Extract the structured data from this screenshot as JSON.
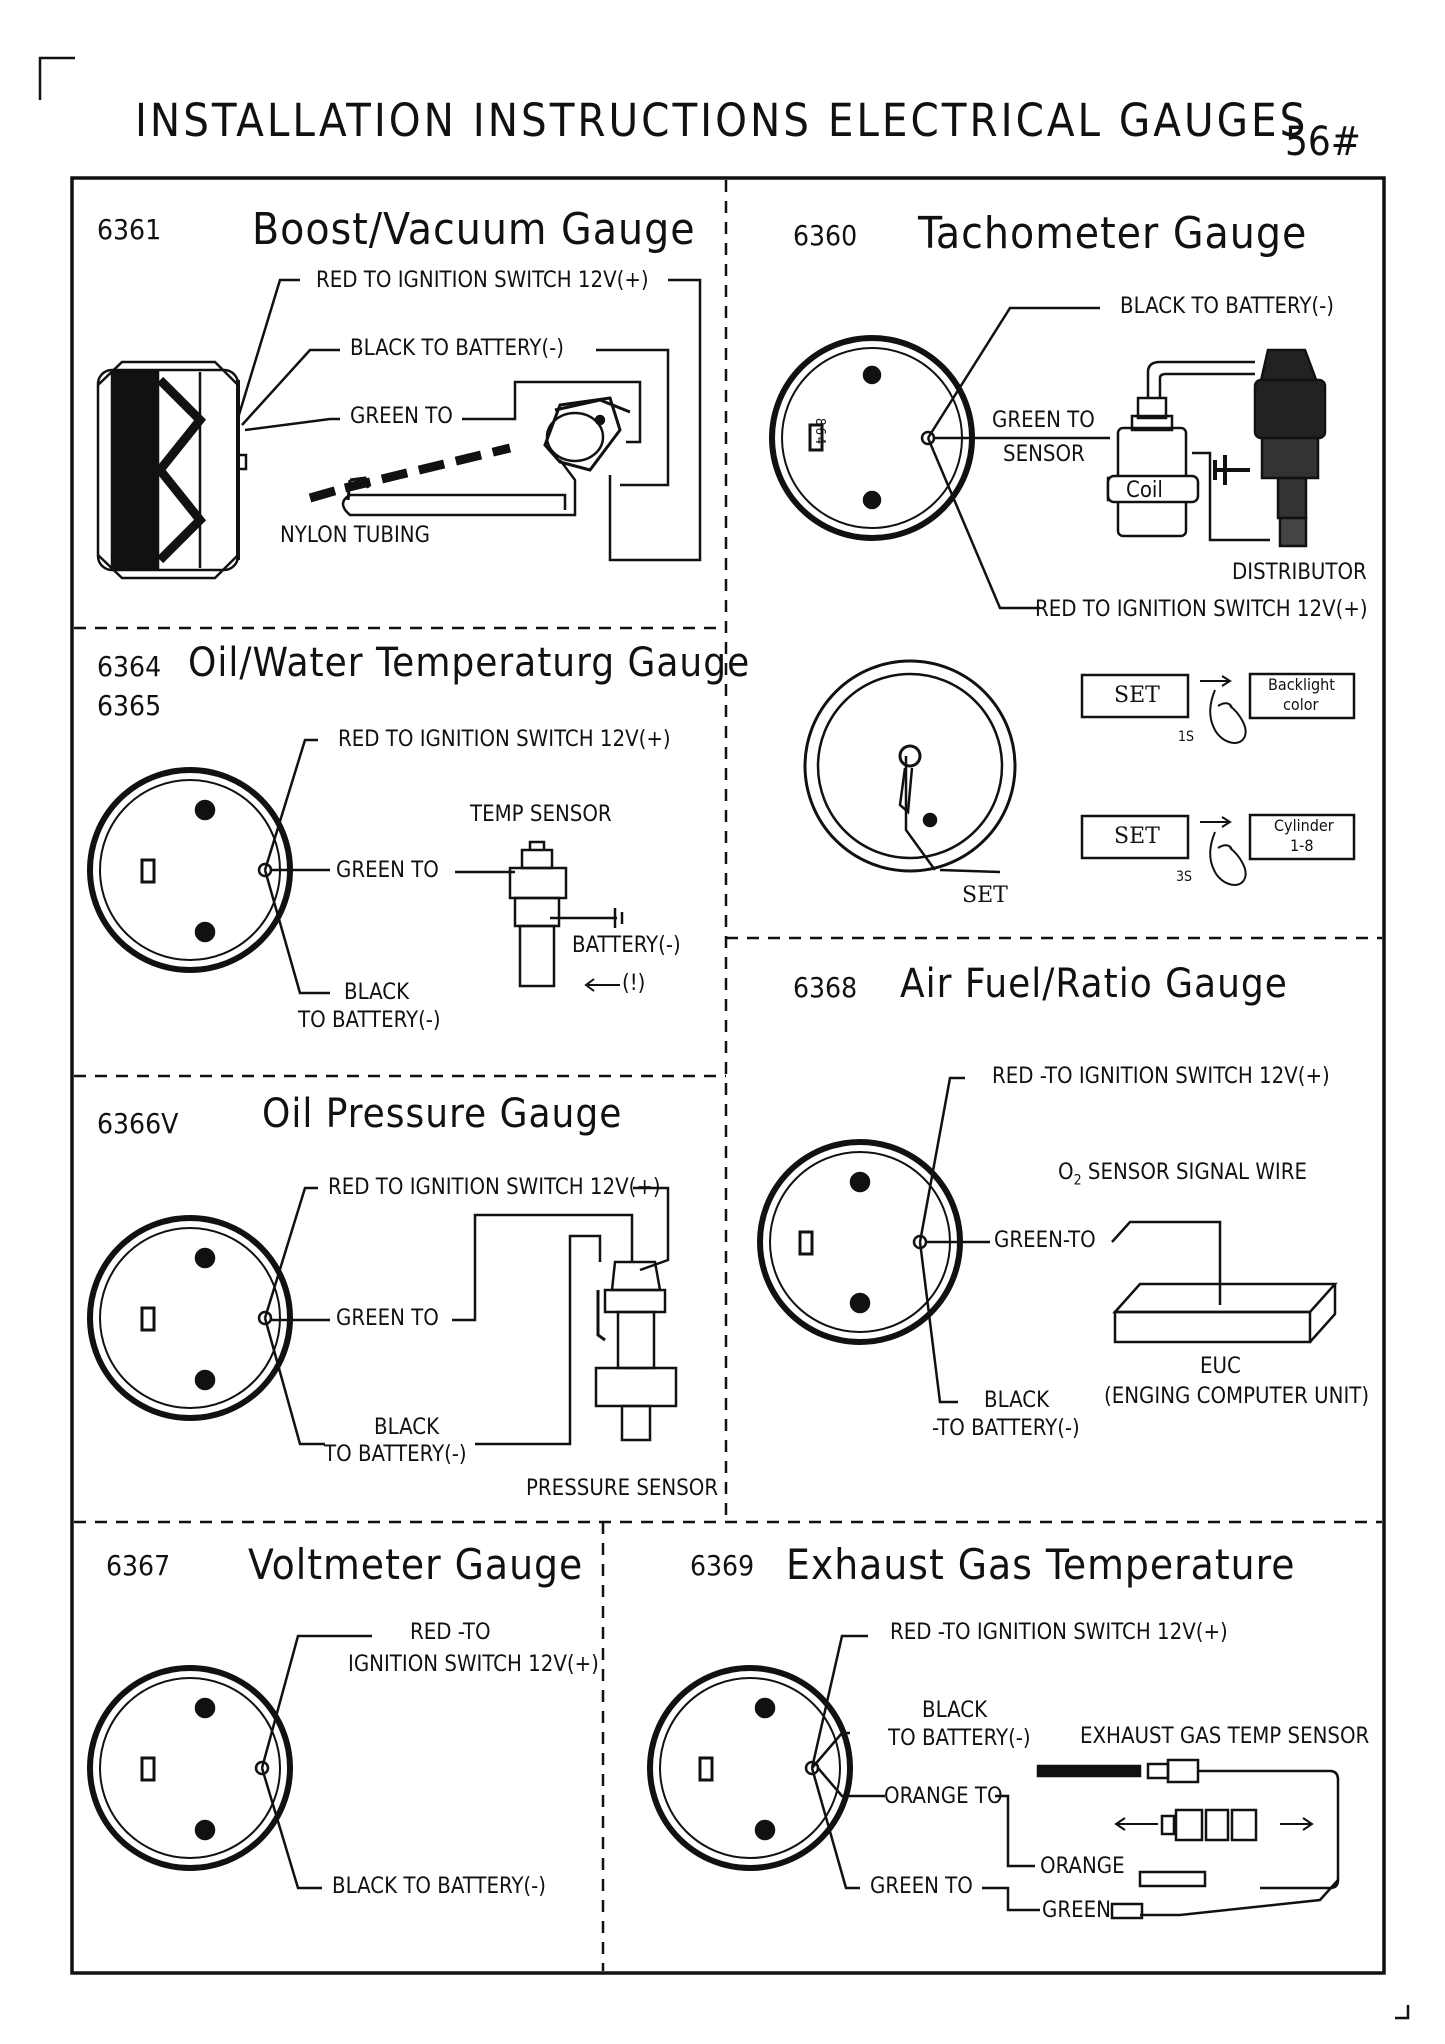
{
  "page": {
    "title": "INSTALLATION INSTRUCTIONS ELECTRICAL GAUGES",
    "page_number": "56#"
  },
  "boost": {
    "num": "6361",
    "title": "Boost/Vacuum Gauge",
    "red": "RED   TO IGNITION SWITCH 12V(+)",
    "black": "BLACK   TO BATTERY(-)",
    "green": "GREEN TO",
    "tubing": "NYLON TUBING"
  },
  "tach": {
    "num": "6360",
    "title": "Tachometer Gauge",
    "black": "BLACK  TO BATTERY(-)",
    "green1": "GREEN TO",
    "green2": "SENSOR",
    "coil": "Coil",
    "distributor": "DISTRIBUTOR",
    "red": "RED    TO IGNITION SWITCH 12V(+)",
    "face_digits": "864",
    "set_label": "SET",
    "set_btn1": "SET",
    "backlight1": "Backlight",
    "backlight2": "color",
    "time1": "1S",
    "set_btn2": "SET",
    "cyl1": "Cylinder",
    "cyl2": "1-8",
    "time2": "3S"
  },
  "temp": {
    "num1": "6364",
    "num2": "6365",
    "title": "Oil/Water Temperaturg Gauge",
    "red": "RED TO IGNITION SWITCH 12V(+)",
    "sensor": "TEMP SENSOR",
    "green": "GREEN TO",
    "battery": "BATTERY(-)",
    "caution": "(!)",
    "black1": "BLACK",
    "black2": "TO BATTERY(-)"
  },
  "oilp": {
    "num": "6366V",
    "title": "Oil Pressure Gauge",
    "red": "RED TO IGNITION SWITCH 12V(+)",
    "green": "GREEN TO",
    "black1": "BLACK",
    "black2": "TO BATTERY(-)",
    "sensor": "PRESSURE SENSOR"
  },
  "afr": {
    "num": "6368",
    "title": "Air Fuel/Ratio Gauge",
    "red": "RED -TO IGNITION SWITCH 12V(+)",
    "o2_sub": "2",
    "o2": "SENSOR SIGNAL WIRE",
    "green": "GREEN-TO",
    "euc": "EUC",
    "euc_full": "(ENGING COMPUTER UNIT)",
    "black1": "BLACK",
    "black2": "-TO BATTERY(-)"
  },
  "volt": {
    "num": "6367",
    "title": "Voltmeter Gauge",
    "red1": "RED -TO",
    "red2": "IGNITION SWITCH 12V(+)",
    "black": "BLACK  TO BATTERY(-)"
  },
  "egt": {
    "num": "6369",
    "title": "Exhaust Gas Temperature",
    "red": "RED -TO IGNITION SWITCH 12V(+)",
    "black1": "BLACK",
    "black2": "TO BATTERY(-)",
    "sensor": "EXHAUST GAS TEMP SENSOR",
    "orange_to": "ORANGE TO",
    "orange": "ORANGE",
    "green_to": "GREEN TO",
    "green": "GREEN"
  }
}
